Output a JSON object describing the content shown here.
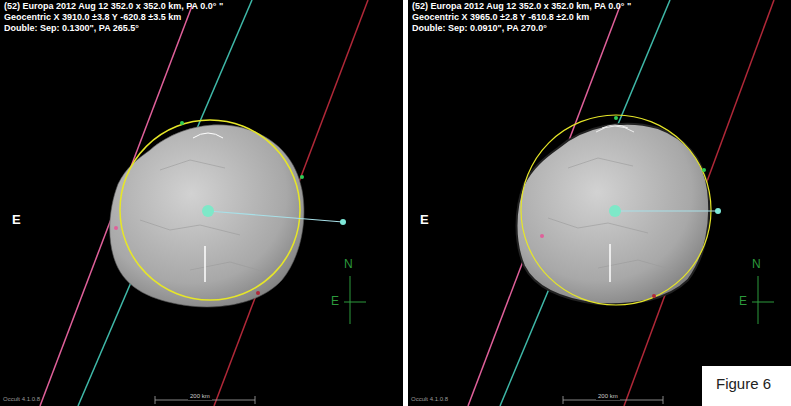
{
  "diagram": {
    "caption": "Figure 6",
    "labels": [
      "(52) Europa 2012 Aug 12 352.0 x 352.0 km, PA 0.0° \"",
      "Geocentric X 3910.0 ±3.8 Y -620.8 ±3.5 km",
      "Double: Sep: 0.1300\", PA 265.5°",
      "E",
      "N",
      "E",
      "Occult 4.1.0.8",
      "200 km",
      "(52) Europa 2012 Aug 12 352.0 x 352.0 km, PA 0.0° \"",
      "Geocentric X 3965.0 ±2.8 Y -610.8 ±2.0 km",
      "Double: Sep: 0.0910\", PA 270.0°",
      "E",
      "N",
      "E",
      "Occult 4.1.0.8",
      "200 km"
    ]
  }
}
